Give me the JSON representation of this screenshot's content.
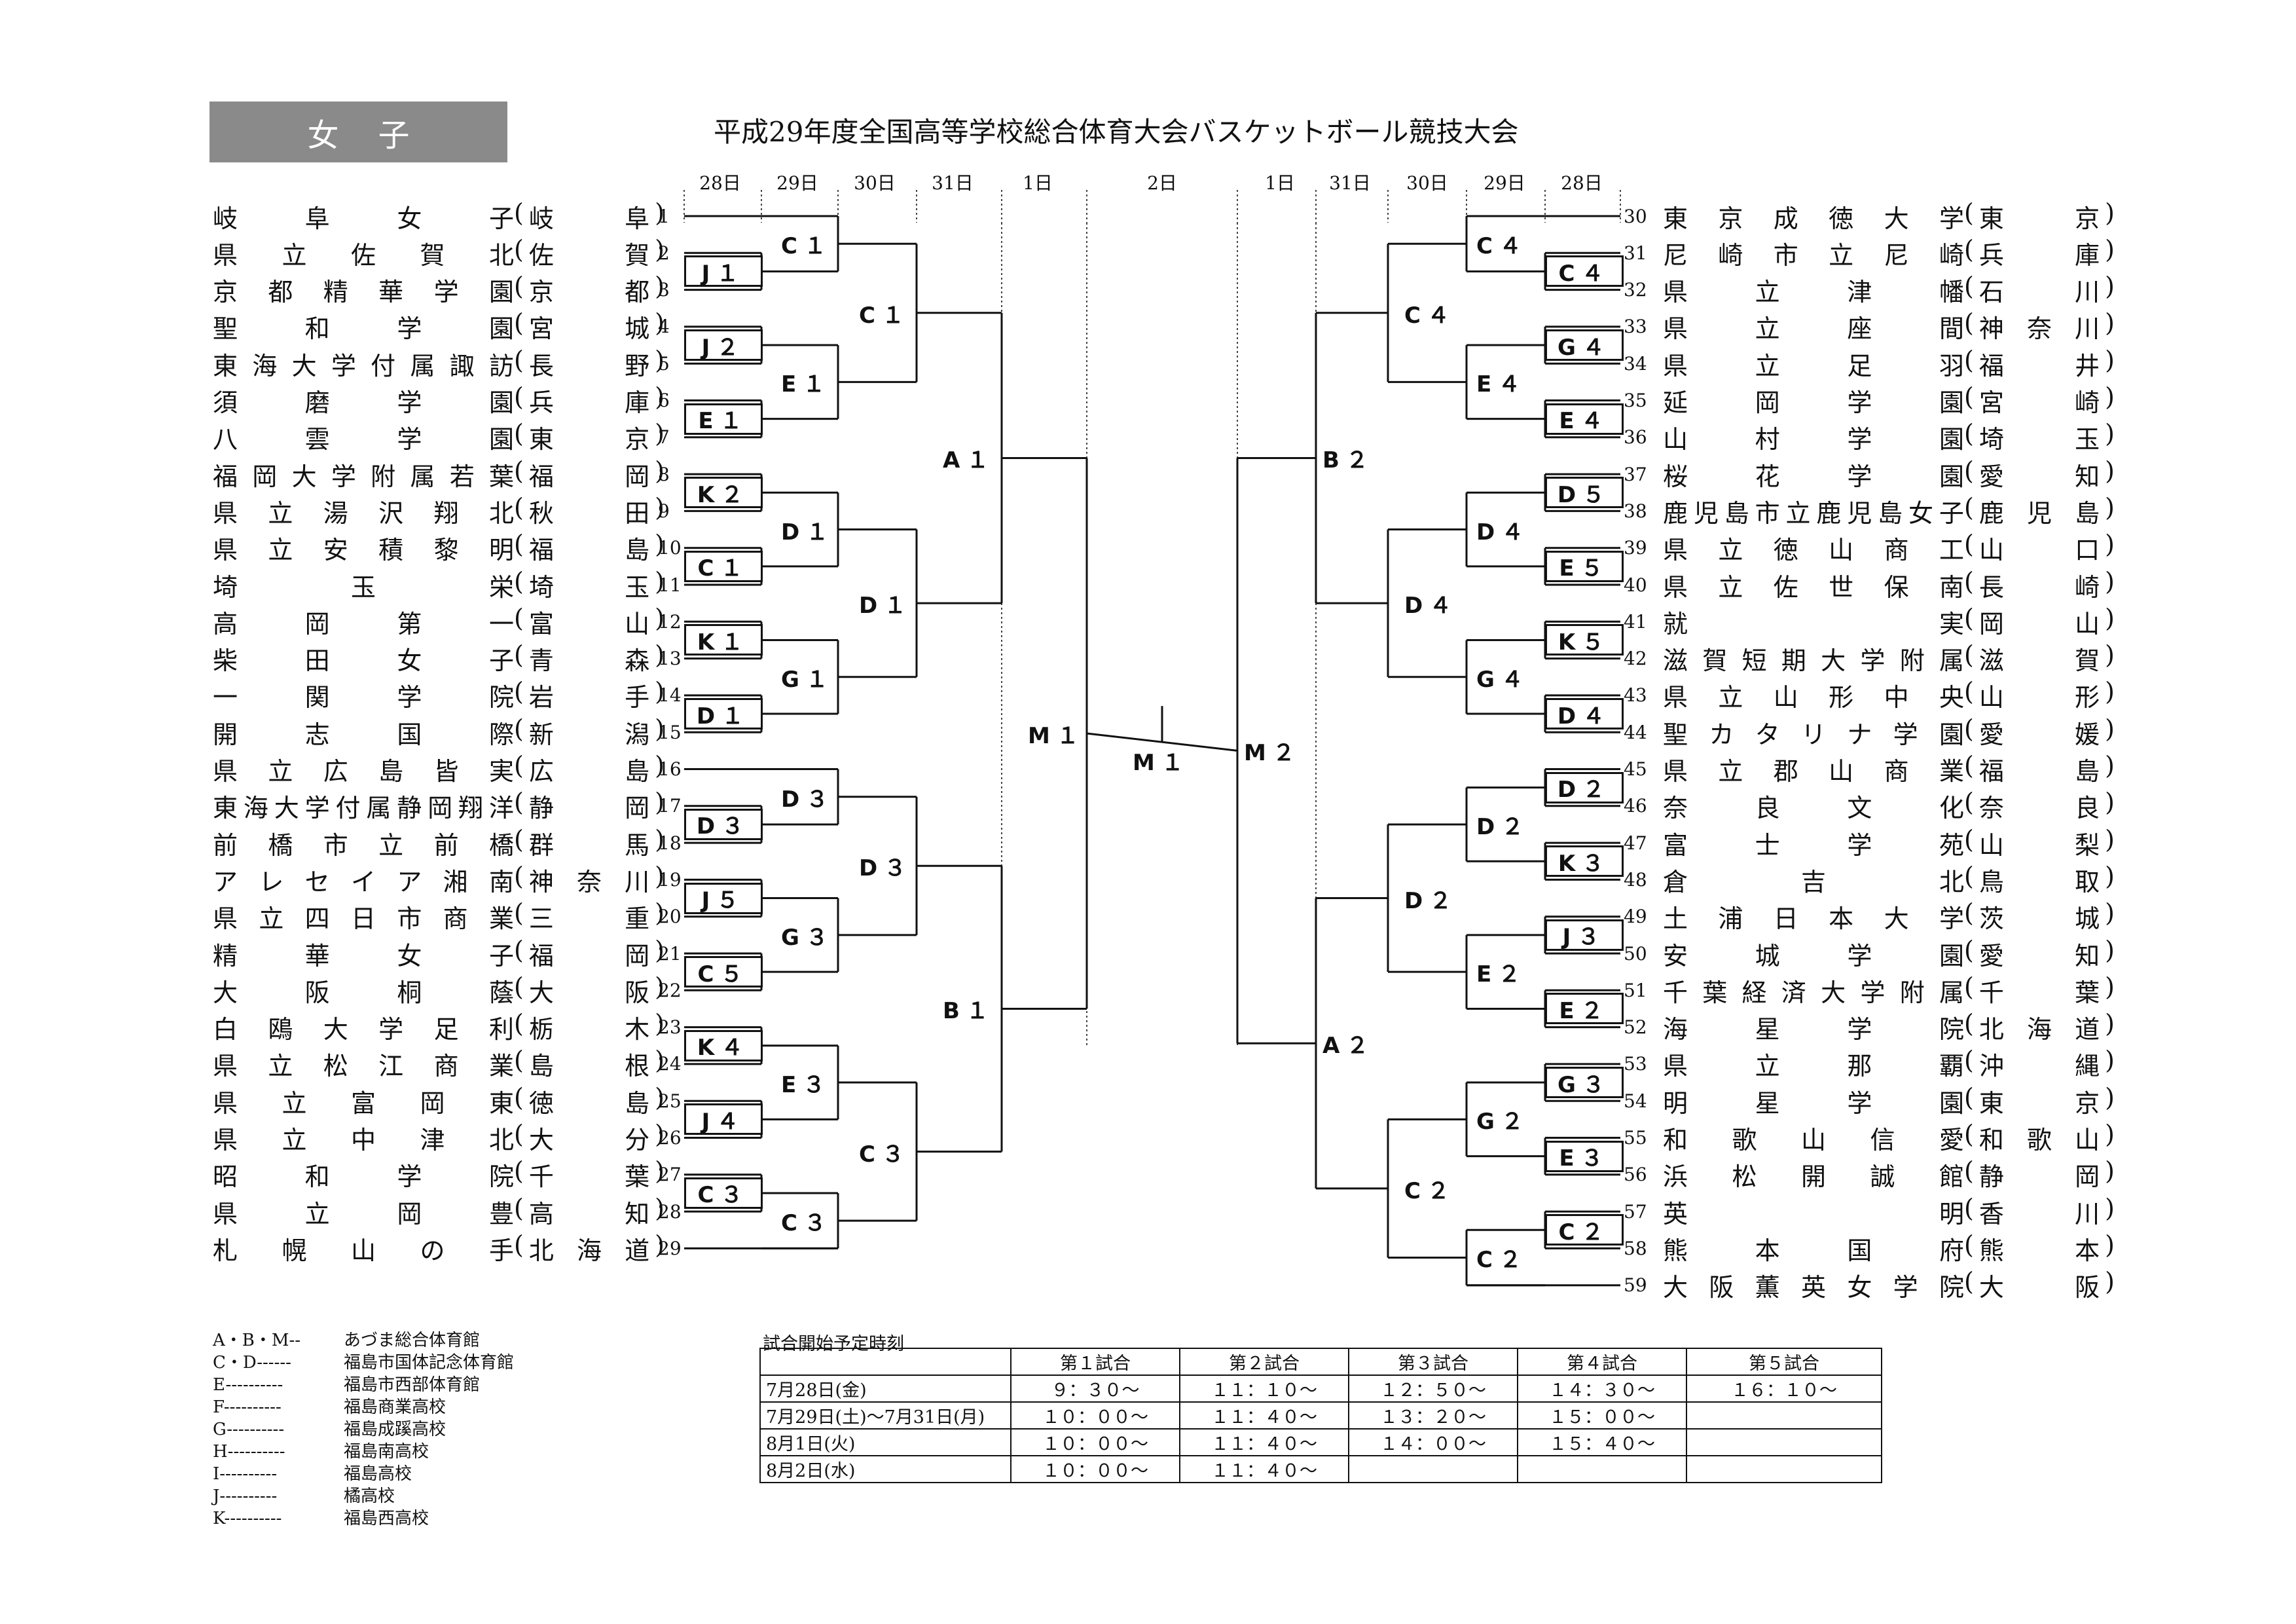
{
  "header": {
    "category": "女子",
    "title": "平成29年度全国高等学校総合体育大会バスケットボール競技大会"
  },
  "dates": {
    "left": [
      "28日",
      "29日",
      "30日",
      "31日",
      "1日"
    ],
    "center": "2日",
    "right": [
      "1日",
      "31日",
      "30日",
      "29日",
      "28日"
    ]
  },
  "left_teams": [
    {
      "num": "1",
      "name": "岐阜女子",
      "pref": "岐阜"
    },
    {
      "num": "2",
      "name": "県立佐賀北",
      "pref": "佐賀"
    },
    {
      "num": "3",
      "name": "京都精華学園",
      "pref": "京都"
    },
    {
      "num": "4",
      "name": "聖和学園",
      "pref": "宮城"
    },
    {
      "num": "5",
      "name": "東海大学付属諏訪",
      "pref": "長野"
    },
    {
      "num": "6",
      "name": "須磨学園",
      "pref": "兵庫"
    },
    {
      "num": "7",
      "name": "八雲学園",
      "pref": "東京"
    },
    {
      "num": "8",
      "name": "福岡大学附属若葉",
      "pref": "福岡"
    },
    {
      "num": "9",
      "name": "県立湯沢翔北",
      "pref": "秋田"
    },
    {
      "num": "10",
      "name": "県立安積黎明",
      "pref": "福島"
    },
    {
      "num": "11",
      "name": "埼玉栄",
      "pref": "埼玉"
    },
    {
      "num": "12",
      "name": "高岡第一",
      "pref": "富山"
    },
    {
      "num": "13",
      "name": "柴田女子",
      "pref": "青森"
    },
    {
      "num": "14",
      "name": "一関学院",
      "pref": "岩手"
    },
    {
      "num": "15",
      "name": "開志国際",
      "pref": "新潟"
    },
    {
      "num": "16",
      "name": "県立広島皆実",
      "pref": "広島"
    },
    {
      "num": "17",
      "name": "東海大学付属静岡翔洋",
      "pref": "静岡"
    },
    {
      "num": "18",
      "name": "前橋市立前橋",
      "pref": "群馬"
    },
    {
      "num": "19",
      "name": "アレセイア湘南",
      "pref": "神奈川"
    },
    {
      "num": "20",
      "name": "県立四日市商業",
      "pref": "三重"
    },
    {
      "num": "21",
      "name": "精華女子",
      "pref": "福岡"
    },
    {
      "num": "22",
      "name": "大阪桐蔭",
      "pref": "大阪"
    },
    {
      "num": "23",
      "name": "白鴎大学足利",
      "pref": "栃木"
    },
    {
      "num": "24",
      "name": "県立松江商業",
      "pref": "島根"
    },
    {
      "num": "25",
      "name": "県立富岡東",
      "pref": "徳島"
    },
    {
      "num": "26",
      "name": "県立中津北",
      "pref": "大分"
    },
    {
      "num": "27",
      "name": "昭和学院",
      "pref": "千葉"
    },
    {
      "num": "28",
      "name": "県立岡豊",
      "pref": "高知"
    },
    {
      "num": "29",
      "name": "札幌山の手",
      "pref": "北海道"
    }
  ],
  "right_teams": [
    {
      "num": "30",
      "name": "東京成徳大学",
      "pref": "東京"
    },
    {
      "num": "31",
      "name": "尼崎市立尼崎",
      "pref": "兵庫"
    },
    {
      "num": "32",
      "name": "県立津幡",
      "pref": "石川"
    },
    {
      "num": "33",
      "name": "県立座間",
      "pref": "神奈川"
    },
    {
      "num": "34",
      "name": "県立足羽",
      "pref": "福井"
    },
    {
      "num": "35",
      "name": "延岡学園",
      "pref": "宮崎"
    },
    {
      "num": "36",
      "name": "山村学園",
      "pref": "埼玉"
    },
    {
      "num": "37",
      "name": "桜花学園",
      "pref": "愛知"
    },
    {
      "num": "38",
      "name": "鹿児島市立鹿児島女子",
      "pref": "鹿児島"
    },
    {
      "num": "39",
      "name": "県立徳山商工",
      "pref": "山口"
    },
    {
      "num": "40",
      "name": "県立佐世保南",
      "pref": "長崎"
    },
    {
      "num": "41",
      "name": "就実",
      "pref": "岡山"
    },
    {
      "num": "42",
      "name": "滋賀短期大学附属",
      "pref": "滋賀"
    },
    {
      "num": "43",
      "name": "県立山形中央",
      "pref": "山形"
    },
    {
      "num": "44",
      "name": "聖カタリナ学園",
      "pref": "愛媛"
    },
    {
      "num": "45",
      "name": "県立郡山商業",
      "pref": "福島"
    },
    {
      "num": "46",
      "name": "奈良文化",
      "pref": "奈良"
    },
    {
      "num": "47",
      "name": "富士学苑",
      "pref": "山梨"
    },
    {
      "num": "48",
      "name": "倉吉北",
      "pref": "鳥取"
    },
    {
      "num": "49",
      "name": "土浦日本大学",
      "pref": "茨城"
    },
    {
      "num": "50",
      "name": "安城学園",
      "pref": "愛知"
    },
    {
      "num": "51",
      "name": "千葉経済大学附属",
      "pref": "千葉"
    },
    {
      "num": "52",
      "name": "海星学院",
      "pref": "北海道"
    },
    {
      "num": "53",
      "name": "県立那覇",
      "pref": "沖縄"
    },
    {
      "num": "54",
      "name": "明星学園",
      "pref": "東京"
    },
    {
      "num": "55",
      "name": "和歌山信愛",
      "pref": "和歌山"
    },
    {
      "num": "56",
      "name": "浜松開誠館",
      "pref": "静岡"
    },
    {
      "num": "57",
      "name": "英明",
      "pref": "香川"
    },
    {
      "num": "58",
      "name": "熊本国府",
      "pref": "熊本"
    },
    {
      "num": "59",
      "name": "大阪薫英女学院",
      "pref": "大阪"
    }
  ],
  "left_r1": [
    "J１",
    "J２",
    "E１",
    "K２",
    "C１",
    "K１",
    "D１",
    "D３",
    "J５",
    "C５",
    "K４",
    "J４",
    "C３",
    "C３"
  ],
  "left_r2": [
    "C１",
    "E１",
    "D１",
    "G１",
    "D３",
    "G３",
    "E３",
    "C３"
  ],
  "left_r3": [
    "C１",
    "D１",
    "D３",
    "C３"
  ],
  "left_r4": [
    "A１",
    "B１"
  ],
  "left_r5": "M１",
  "final": "M１",
  "right_r1": [
    "C４",
    "G４",
    "E４",
    "D５",
    "E５",
    "K５",
    "D４",
    "D２",
    "K３",
    "J３",
    "E２",
    "G３",
    "E３",
    "C２"
  ],
  "right_r2": [
    "C４",
    "E４",
    "D４",
    "G４",
    "D２",
    "E２",
    "G２",
    "C２"
  ],
  "right_r3": [
    "C４",
    "D４",
    "D２",
    "C２"
  ],
  "right_r4": [
    "B２",
    "A２"
  ],
  "right_r5": "M２",
  "legend": [
    {
      "key": "A・B・M--",
      "value": "あづま総合体育館"
    },
    {
      "key": "C・D------",
      "value": "福島市国体記念体育館"
    },
    {
      "key": "E----------",
      "value": "福島市西部体育館"
    },
    {
      "key": "F----------",
      "value": "福島商業高校"
    },
    {
      "key": "G----------",
      "value": "福島成蹊高校"
    },
    {
      "key": "H----------",
      "value": "福島南高校"
    },
    {
      "key": "I----------",
      "value": "福島高校"
    },
    {
      "key": "J----------",
      "value": "橘高校"
    },
    {
      "key": "K----------",
      "value": "福島西高校"
    }
  ],
  "schedule": {
    "title": "試合開始予定時刻",
    "headers": [
      "",
      "第１試合",
      "第２試合",
      "第３試合",
      "第４試合",
      "第５試合"
    ],
    "rows": [
      [
        "7月28日(金)",
        "９：３０～",
        "１１：１０～",
        "１２：５０～",
        "１４：３０～",
        "１６：１０～"
      ],
      [
        "7月29日(土)～7月31日(月)",
        "１０：００～",
        "１１：４０～",
        "１３：２０～",
        "１５：００～",
        ""
      ],
      [
        "8月1日(火)",
        "１０：００～",
        "１１：４０～",
        "１４：００～",
        "１５：４０～",
        ""
      ],
      [
        "8月2日(水)",
        "１０：００～",
        "１１：４０～",
        "",
        "",
        ""
      ]
    ]
  }
}
